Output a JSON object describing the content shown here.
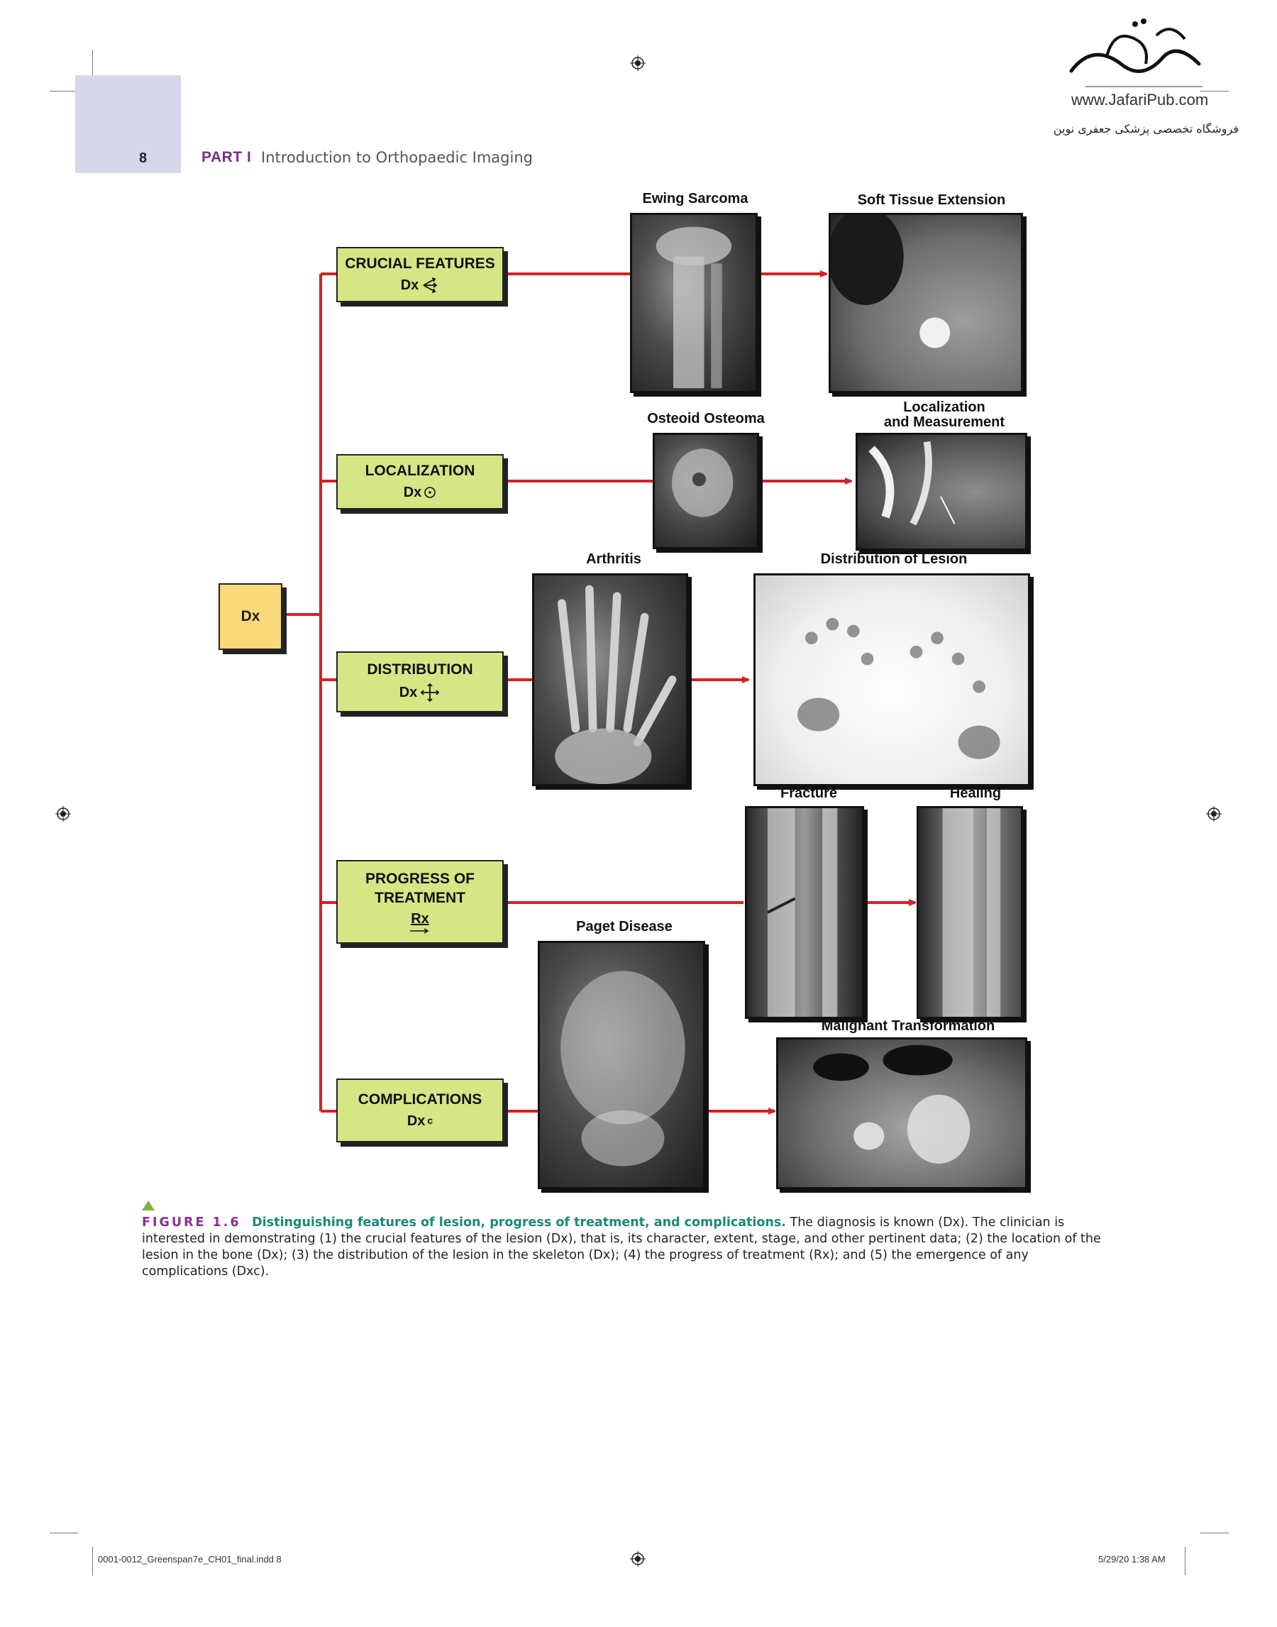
{
  "header": {
    "page_number": "8",
    "part_label": "PART I",
    "part_title": "Introduction to Orthopaedic Imaging"
  },
  "logo": {
    "url": "www.JafariPub.com",
    "tagline": "فروشگاه تخصصی پزشکی جعفری نوین"
  },
  "diagram": {
    "root": "Dx",
    "boxes": {
      "crucial": {
        "title": "CRUCIAL FEATURES",
        "symbol": "Dx"
      },
      "localization": {
        "title": "LOCALIZATION",
        "symbol": "Dx"
      },
      "distribution": {
        "title": "DISTRIBUTION",
        "symbol": "Dx"
      },
      "progress": {
        "title_line1": "PROGRESS OF",
        "title_line2": "TREATMENT",
        "symbol": "Rx"
      },
      "complications": {
        "title": "COMPLICATIONS",
        "symbol": "Dx",
        "subscript": "c"
      }
    },
    "images": {
      "ewing": "Ewing Sarcoma",
      "soft_tissue": "Soft Tissue Extension",
      "osteoid": "Osteoid Osteoma",
      "localization_measure_1": "Localization",
      "localization_measure_2": "and Measurement",
      "arthritis": "Arthritis",
      "distribution_lesion": "Distribution of Lesion",
      "fracture": "Fracture",
      "healing": "Healing",
      "paget": "Paget Disease",
      "malignant": "Malignant Transformation"
    },
    "colors": {
      "line": "#d42027",
      "box": "#d7e685",
      "root_box": "#f9d97a"
    }
  },
  "figure_caption": {
    "number": "FIGURE 1.6",
    "title": "Distinguishing features of lesion, progress of treatment, and complications.",
    "body": "The diagnosis is known (Dx). The clinician is interested in demonstrating (1) the crucial features of the lesion (Dx), that is, its character, extent, stage, and other pertinent data; (2) the location of the lesion in the bone (Dx); (3) the distribution of the lesion in the skeleton (Dx); (4) the progress of treatment (Rx); and (5) the emergence of any complications (Dxc)."
  },
  "footer": {
    "file": "0001-0012_Greenspan7e_CH01_final.indd   8",
    "timestamp": "5/29/20   1:38 AM"
  }
}
